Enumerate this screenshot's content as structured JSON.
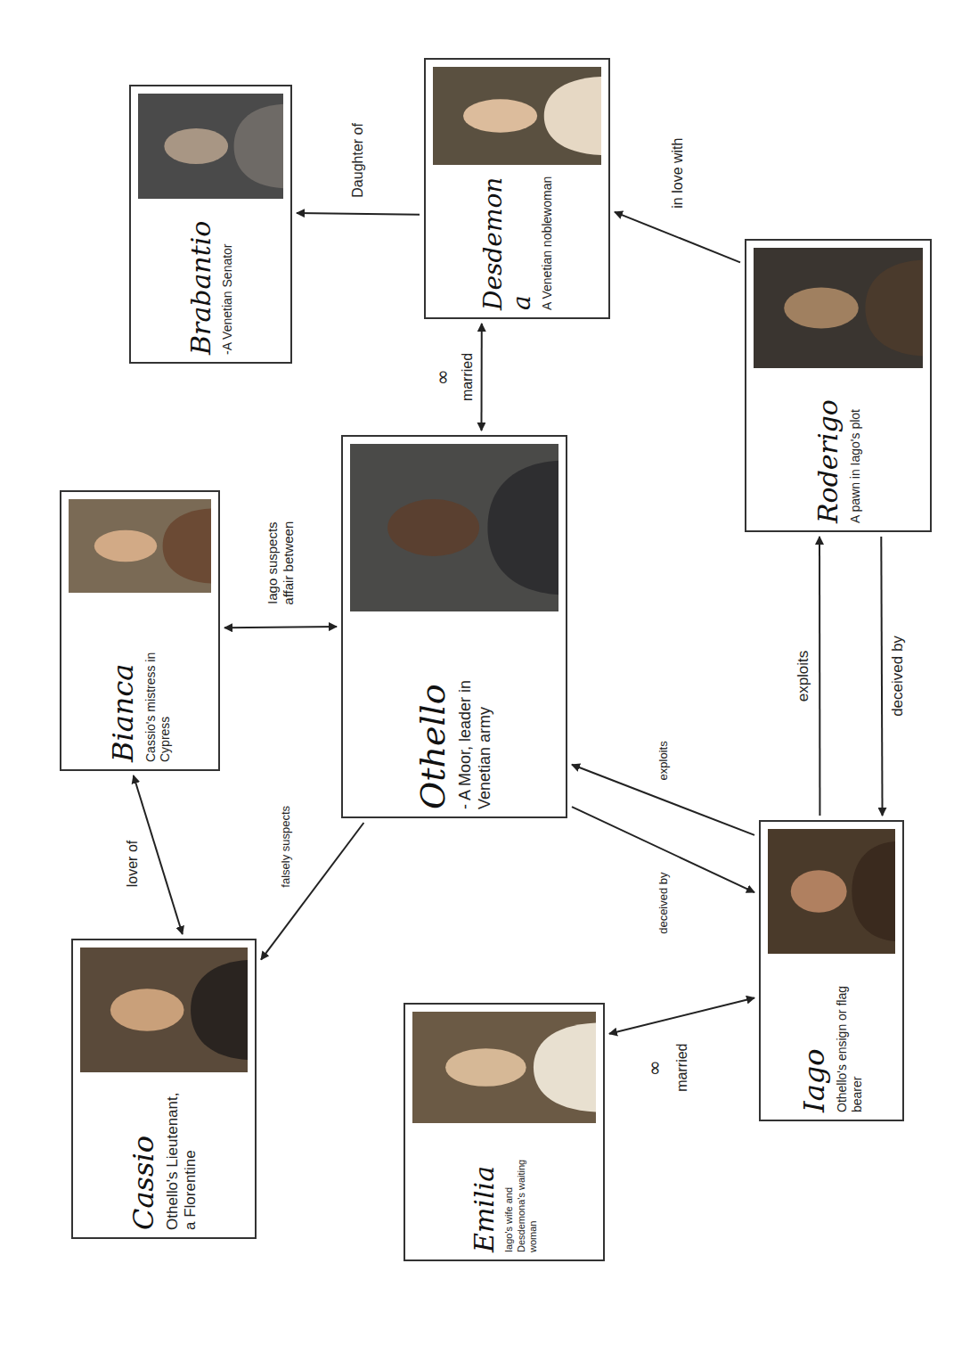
{
  "diagram": {
    "nodes": [
      {
        "text": [
          "Cassio",
          "Othello's Lieutenant, a Florentine"
        ]
      },
      {
        "text": [
          "Bianca",
          "Cassio's mistress in Cypress"
        ]
      },
      {
        "text": [
          "Brabantio",
          "-A Venetian Senator"
        ]
      },
      {
        "text": [
          "Emilia",
          "Iago's wife and Desdemona's waiting woman"
        ]
      },
      {
        "text": [
          "Othello",
          "- A Moor, leader in Venetian army"
        ]
      },
      {
        "text": [
          "Desdemona",
          "A Venetian noblewoman"
        ]
      },
      {
        "text": [
          "Iago",
          "Othello's ensign or flag bearer"
        ]
      },
      {
        "text": [
          "Roderigo",
          "A pawn in Iago's plot"
        ]
      }
    ],
    "edges": [
      {
        "from": 0,
        "to": 1,
        "label": "lover of",
        "arrow": "both"
      },
      {
        "from": 1,
        "to": 4,
        "label": "Iago suspects affair between",
        "arrow": "both"
      },
      {
        "from": 4,
        "to": 0,
        "label": "falsely suspects",
        "arrow": "to"
      },
      {
        "from": 5,
        "to": 2,
        "label": "Daughter of",
        "arrow": "to"
      },
      {
        "from": 4,
        "to": 5,
        "label": "married",
        "arrow": "both"
      },
      {
        "from": 7,
        "to": 5,
        "label": "in love with",
        "arrow": "to"
      },
      {
        "from": 3,
        "to": 6,
        "label": "married",
        "arrow": "both"
      },
      {
        "from": 6,
        "to": 4,
        "label": "exploits",
        "arrow": "to"
      },
      {
        "from": 4,
        "to": 6,
        "label": "deceived by",
        "arrow": "to"
      },
      {
        "from": 6,
        "to": 7,
        "label": "exploits",
        "arrow": "to"
      },
      {
        "from": 7,
        "to": 6,
        "label": "deceived by",
        "arrow": "to"
      }
    ],
    "labels": [
      "∞",
      "∞"
    ]
  }
}
